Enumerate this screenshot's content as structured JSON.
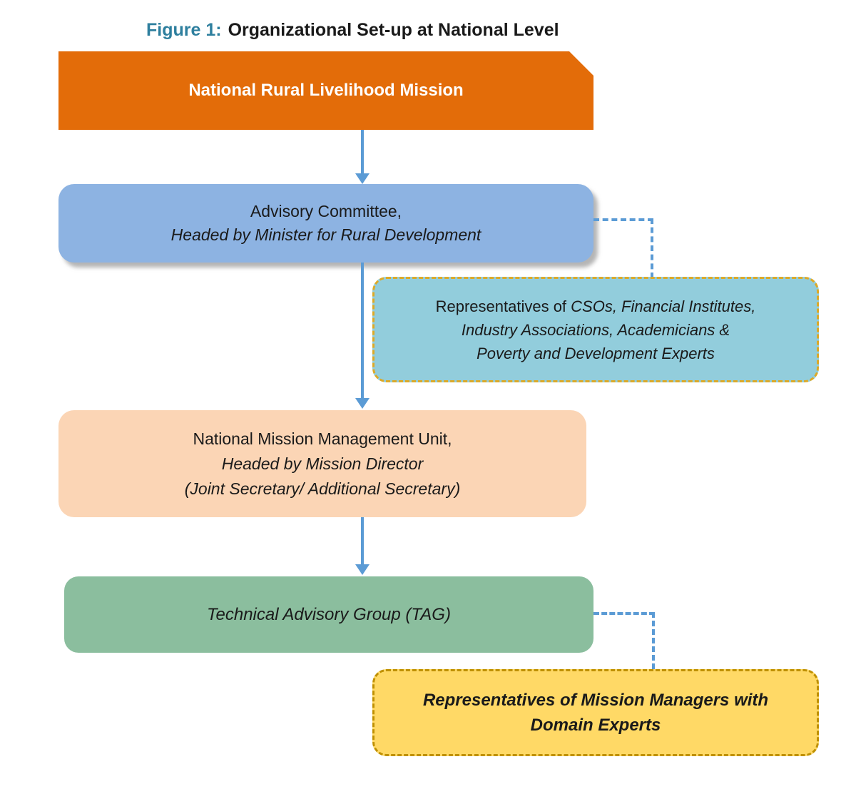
{
  "title": {
    "prefix": "Figure 1:",
    "text": "Organizational Set-up at National Level"
  },
  "boxes": {
    "nrlm": {
      "label": "National Rural Livelihood Mission"
    },
    "advisory_committee": {
      "line1": "Advisory Committee,",
      "line2": "Headed by Minister for Rural Development"
    },
    "advisory_representatives": {
      "line1_prefix": "Representatives of ",
      "line1_italic": "CSOs, Financial Institutes,",
      "line2": "Industry Associations, Academicians &",
      "line3": "Poverty and Development Experts"
    },
    "nmmu": {
      "line1": "National Mission Management Unit,",
      "line2": "Headed by Mission Director",
      "line3": "(Joint Secretary/ Additional Secretary)"
    },
    "tag": {
      "label": "Technical Advisory Group (TAG)"
    },
    "tag_representatives": {
      "line1": "Representatives of Mission Managers with",
      "line2": "Domain Experts"
    }
  },
  "colors": {
    "title_accent": "#2E7F9E",
    "nrlm_box": "#E36C09",
    "nrlm_text": "#FFFFFF",
    "advisory_box": "#8DB3E2",
    "representatives_csos_box": "#92CDDC",
    "representatives_csos_border": "#DCA928",
    "nmmu_box": "#FBD5B5",
    "tag_box": "#8BBE9E",
    "tag_representatives_box": "#FFD966",
    "tag_representatives_border": "#BF9000",
    "connector": "#5B9BD5",
    "text": "#1A1A1A"
  }
}
